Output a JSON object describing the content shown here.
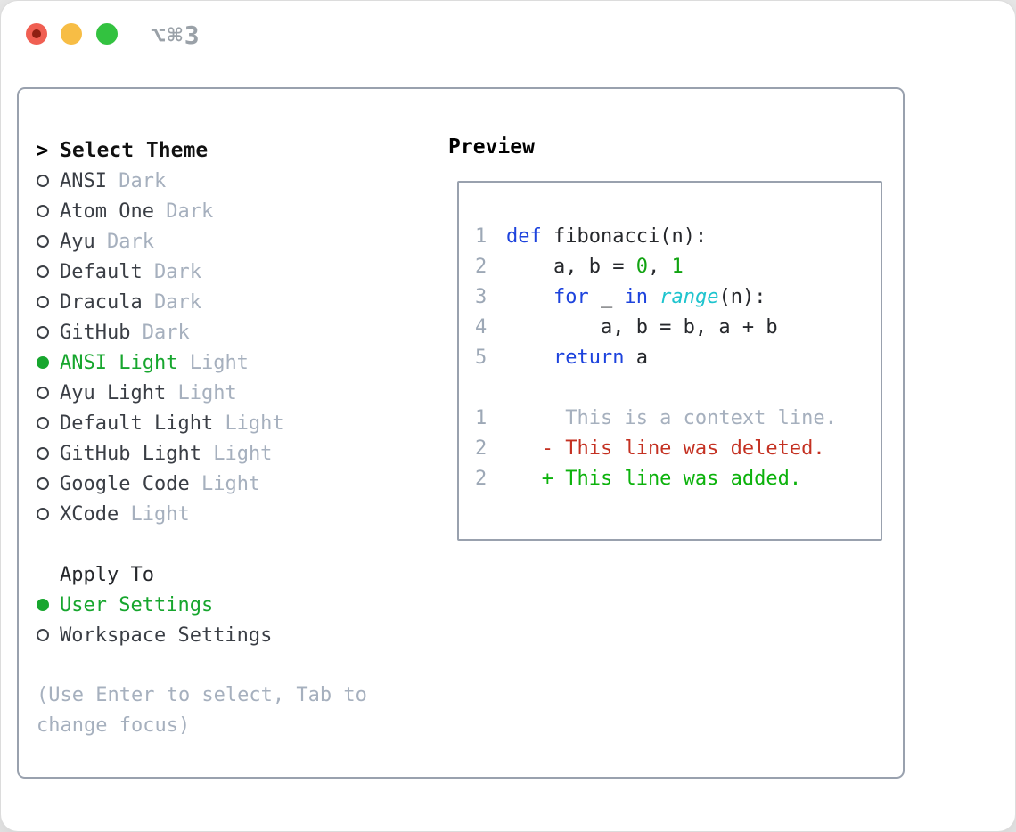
{
  "colors": {
    "traffic_red": "#f05f52",
    "traffic_red_dot": "#8e1f12",
    "traffic_yellow": "#f7bd45",
    "traffic_green": "#33c240",
    "title_gray": "#9aa1a8",
    "panel_border": "#99a1ae",
    "fg": "#26282c",
    "menu_fg": "#3a3e45",
    "muted": "#a6b0be",
    "line_number": "#9da8b6",
    "green_selected": "#17a62e",
    "green_added": "#0cb20c",
    "green_number": "#12a312",
    "red_deleted": "#c43122",
    "syntax_blue": "#1d43dd",
    "syntax_cyan": "#1ec4ce"
  },
  "titlebar": {
    "shortcut": "⌥⌘3"
  },
  "menu": {
    "header_marker": ">",
    "header": "Select Theme",
    "items": [
      {
        "name": "ANSI",
        "variant": "Dark",
        "selected": false
      },
      {
        "name": "Atom One",
        "variant": "Dark",
        "selected": false
      },
      {
        "name": "Ayu",
        "variant": "Dark",
        "selected": false
      },
      {
        "name": "Default",
        "variant": "Dark",
        "selected": false
      },
      {
        "name": "Dracula",
        "variant": "Dark",
        "selected": false
      },
      {
        "name": "GitHub",
        "variant": "Dark",
        "selected": false
      },
      {
        "name": "ANSI Light",
        "variant": "Light",
        "selected": true
      },
      {
        "name": "Ayu Light",
        "variant": "Light",
        "selected": false
      },
      {
        "name": "Default Light",
        "variant": "Light",
        "selected": false
      },
      {
        "name": "GitHub Light",
        "variant": "Light",
        "selected": false
      },
      {
        "name": "Google Code",
        "variant": "Light",
        "selected": false
      },
      {
        "name": "XCode",
        "variant": "Light",
        "selected": false
      }
    ]
  },
  "apply_to": {
    "header": "Apply To",
    "options": [
      {
        "label": "User Settings",
        "selected": true
      },
      {
        "label": "Workspace Settings",
        "selected": false
      }
    ]
  },
  "hint": "(Use Enter to select, Tab to change focus)",
  "preview": {
    "header": "Preview",
    "code_lines": [
      {
        "num": "1",
        "tokens": [
          {
            "t": "def",
            "c": "blue"
          },
          {
            "t": " fibonacci(n):",
            "c": "fg"
          }
        ]
      },
      {
        "num": "2",
        "tokens": [
          {
            "t": "    a, b = ",
            "c": "fg"
          },
          {
            "t": "0",
            "c": "green_number"
          },
          {
            "t": ", ",
            "c": "fg"
          },
          {
            "t": "1",
            "c": "green_number"
          }
        ]
      },
      {
        "num": "3",
        "tokens": [
          {
            "t": "    ",
            "c": "fg"
          },
          {
            "t": "for",
            "c": "blue"
          },
          {
            "t": " _ ",
            "c": "fg"
          },
          {
            "t": "in",
            "c": "blue"
          },
          {
            "t": " ",
            "c": "fg"
          },
          {
            "t": "range",
            "c": "cyan",
            "italic": true
          },
          {
            "t": "(n):",
            "c": "fg"
          }
        ]
      },
      {
        "num": "4",
        "tokens": [
          {
            "t": "        a, b = b, a + b",
            "c": "fg"
          }
        ]
      },
      {
        "num": "5",
        "tokens": [
          {
            "t": "    ",
            "c": "fg"
          },
          {
            "t": "return",
            "c": "blue"
          },
          {
            "t": " a",
            "c": "fg"
          }
        ]
      },
      {
        "num": "",
        "tokens": []
      },
      {
        "num": "1",
        "tokens": [
          {
            "t": "     This is a context line.",
            "c": "muted"
          }
        ]
      },
      {
        "num": "2",
        "tokens": [
          {
            "t": "   - This line was deleted.",
            "c": "red"
          }
        ]
      },
      {
        "num": "2",
        "tokens": [
          {
            "t": "   + This line was added.",
            "c": "green_added"
          }
        ]
      }
    ]
  }
}
